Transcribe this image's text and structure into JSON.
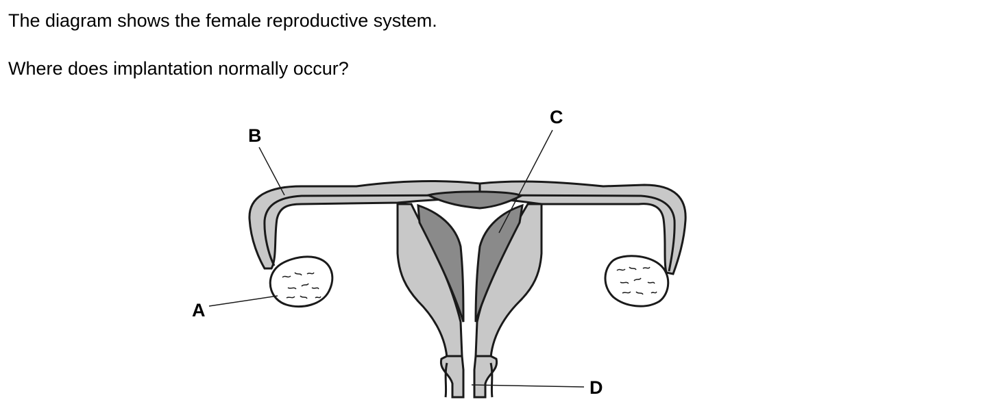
{
  "question": {
    "stem": "The diagram shows the female reproductive system.",
    "prompt": "Where does implantation normally occur?"
  },
  "diagram": {
    "labels": {
      "A": "A",
      "B": "B",
      "C": "C",
      "D": "D"
    },
    "colors": {
      "outline": "#1a1a1a",
      "tissue_light": "#c8c8c8",
      "tissue_dark": "#8a8a8a",
      "ovary_fill": "#ffffff"
    }
  }
}
